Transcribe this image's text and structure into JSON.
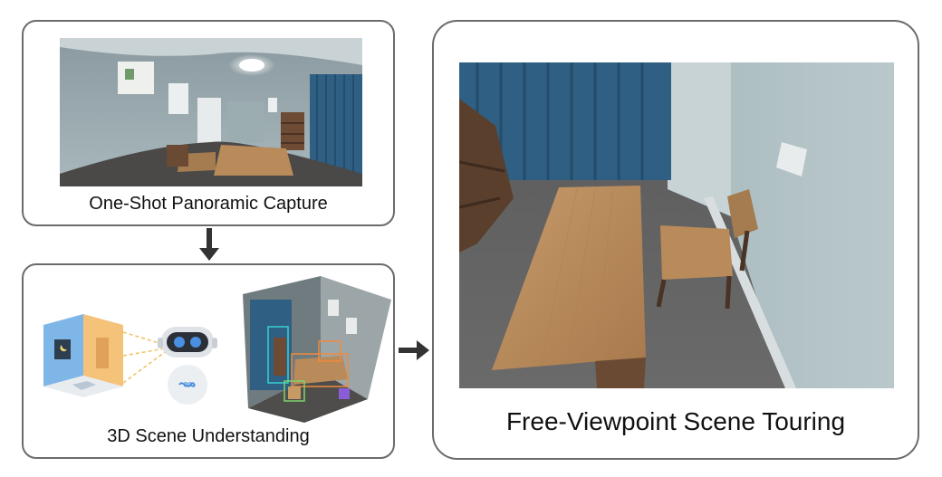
{
  "panels": {
    "capture": {
      "caption": "One-Shot Panoramic Capture",
      "image": "panoramic-room-photo"
    },
    "understanding": {
      "caption": "3D Scene Understanding",
      "icons": [
        "room-cube-icon",
        "robot-icon",
        "3d-scene-with-bounding-boxes"
      ]
    },
    "touring": {
      "caption": "Free-Viewpoint Scene Touring",
      "image": "rendered-room-view"
    }
  },
  "colors": {
    "border": "#6b6b6b",
    "arrow": "#333333",
    "wall": "#9fb3b8",
    "curtain": "#2f5f83",
    "wood": "#b98a5a",
    "bbox_cyan": "#39d0d0",
    "bbox_green": "#7bd46a",
    "bbox_orange": "#f08a3c",
    "bbox_purple": "#8a5cd6"
  }
}
